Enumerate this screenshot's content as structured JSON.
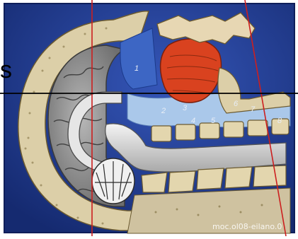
{
  "illustration": {
    "subject": "sagittal-section-of-head",
    "edge_letter": "s",
    "region_numbers": [
      "1",
      "2",
      "3",
      "4",
      "5",
      "6",
      "7",
      "8"
    ],
    "watermark": "moc.ol08-eilano.0",
    "colors": {
      "background_blue": "#1f3b8f",
      "panel_border": "#1a2d73",
      "skull_tan": "#dccfa8",
      "brain_gray": "#8d8d8d",
      "muscle_red": "#d9421f",
      "cavity_light_blue": "#aac8ea",
      "guide_line_red": "#cc1f1f",
      "guide_line_black": "#000000"
    }
  }
}
